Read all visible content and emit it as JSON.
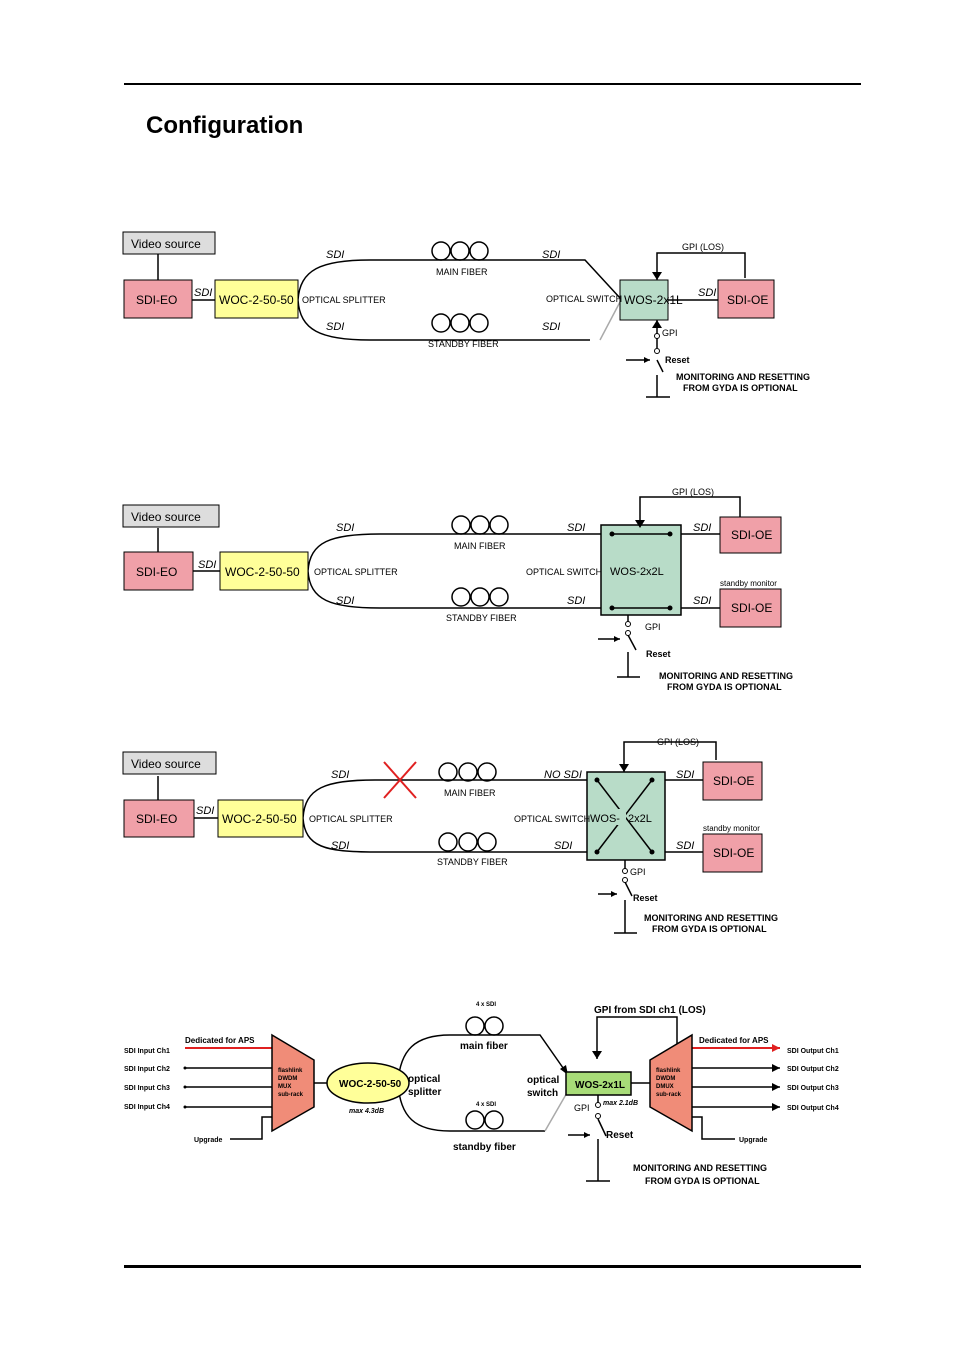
{
  "page": {
    "title": "Configuration"
  },
  "diagram1": {
    "video_source": "Video source",
    "sdi_eo": "SDI-EO",
    "splitter": "WOC-2-50-50",
    "splitter_label": "OPTICAL SPLITTER",
    "switch": "WOS-2x1L",
    "switch_label": "OPTICAL SWITCH",
    "sdi_oe": "SDI-OE",
    "main_fiber": "MAIN FIBER",
    "standby_fiber": "STANDBY FIBER",
    "sdi": "SDI",
    "gpi_los": "GPI (LOS)",
    "gpi": "GPI",
    "reset": "Reset",
    "note_line1": "MONITORING AND RESETTING",
    "note_line2": "FROM GYDA IS OPTIONAL"
  },
  "diagram2": {
    "video_source": "Video source",
    "sdi_eo": "SDI-EO",
    "splitter": "WOC-2-50-50",
    "splitter_label": "OPTICAL SPLITTER",
    "switch": "WOS-2x2L",
    "switch_label": "OPTICAL SWITCH",
    "sdi_oe_main": "SDI-OE",
    "sdi_oe_standby": "SDI-OE",
    "standby_monitor": "standby monitor",
    "main_fiber": "MAIN FIBER",
    "standby_fiber": "STANDBY FIBER",
    "sdi": "SDI",
    "gpi_los": "GPI (LOS)",
    "gpi": "GPI",
    "reset": "Reset",
    "note_line1": "MONITORING AND RESETTING",
    "note_line2": "FROM GYDA IS OPTIONAL"
  },
  "diagram3": {
    "video_source": "Video source",
    "sdi_eo": "SDI-EO",
    "splitter": "WOC-2-50-50",
    "splitter_label": "OPTICAL SPLITTER",
    "switch_left": "WOS-",
    "switch_right": "2x2L",
    "switch_label": "OPTICAL SWITCH",
    "sdi_oe_main": "SDI-OE",
    "sdi_oe_standby": "SDI-OE",
    "standby_monitor": "standby monitor",
    "main_fiber": "MAIN FIBER",
    "standby_fiber": "STANDBY FIBER",
    "sdi": "SDI",
    "no_sdi": "NO SDI",
    "gpi_los": "GPI (LOS)",
    "gpi": "GPI",
    "reset": "Reset",
    "note_line1": "MONITORING AND RESETTING",
    "note_line2": "FROM GYDA IS OPTIONAL"
  },
  "diagram4": {
    "inputs": [
      "SDI Input Ch1",
      "SDI Input Ch2",
      "SDI Input Ch3",
      "SDI Input Ch4"
    ],
    "outputs": [
      "SDI Output Ch1",
      "SDI Output Ch2",
      "SDI Output Ch3",
      "SDI Output Ch4"
    ],
    "dedicated": "Dedicated for APS",
    "mux_lines": [
      "flashlink",
      "DWDM",
      "MUX",
      "sub-rack"
    ],
    "demux_lines": [
      "flashlink",
      "DWDM",
      "DMUX",
      "sub-rack"
    ],
    "upgrade": "Upgrade",
    "splitter": "WOC-2-50-50",
    "splitter_loss": "max 4.3dB",
    "optical": "optical",
    "splitter_word": "splitter",
    "switch_word": "switch",
    "four_sdi": "4 x SDI",
    "main_fiber": "main fiber",
    "standby_fiber": "standby fiber",
    "switch": "WOS-2x1L",
    "switch_loss": "max 2.1dB",
    "gpi_from": "GPI from SDI ch1 (LOS)",
    "gpi": "GPI",
    "reset": "Reset",
    "note_line1": "MONITORING AND RESETTING",
    "note_line2": "FROM GYDA IS OPTIONAL"
  },
  "colors": {
    "eo_fill": "#f0a0a8",
    "splitter_fill": "#ffff99",
    "switch_fill": "#b8dcc8",
    "label_fill": "#dddddd",
    "mux_fill": "#f08c78",
    "switch4_fill": "#a8dc78",
    "red": "#e02020"
  }
}
